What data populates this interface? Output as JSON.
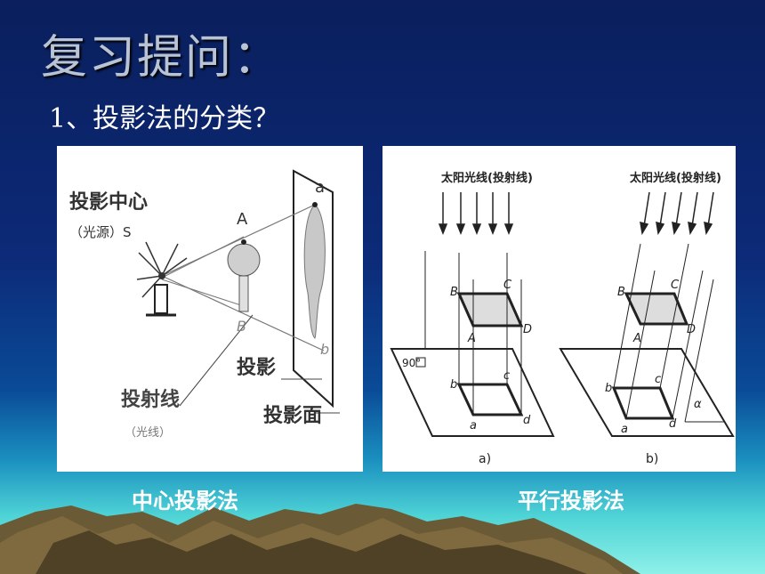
{
  "slide": {
    "title": "复习提问：",
    "question": "1、投影法的分类？",
    "caption_left": "中心投影法",
    "caption_right": "平行投影法"
  },
  "left_figure": {
    "label_center": "投影中心",
    "label_source": "（光源）S",
    "label_A": "A",
    "label_a": "a",
    "label_B": "B",
    "label_b": "b",
    "label_projection": "投影",
    "label_rays": "投射线",
    "label_rays_sub": "（光线）",
    "label_plane": "投影面"
  },
  "right_figure": {
    "label_sun_a": "太阳光线(投射线)",
    "label_sun_b": "太阳光线(投射线)",
    "label_90": "90°",
    "label_alpha": "α",
    "sub_a": "a)",
    "sub_b": "b)",
    "pts_a": {
      "B": "B",
      "C": "C",
      "A": "A",
      "D": "D",
      "b": "b",
      "c": "c",
      "a": "a",
      "d": "d"
    },
    "pts_b": {
      "B": "B",
      "C": "C",
      "A": "A",
      "D": "D",
      "b": "b",
      "c": "c",
      "a": "a",
      "d": "d"
    }
  },
  "colors": {
    "title": "#b9c3d6",
    "text": "#ffffff",
    "mountain": "#6b5a36"
  }
}
